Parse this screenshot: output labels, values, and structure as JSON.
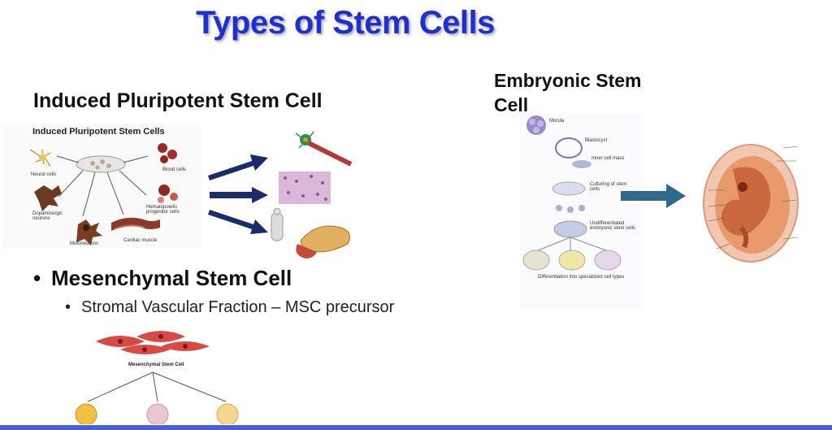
{
  "slide": {
    "title": "Types of Stem Cells",
    "ipsc_heading": "Induced Pluripotent Stem Cell",
    "esc_heading": "Embryonic Stem Cell",
    "msc_bullet": "Mesenchymal Stem Cell",
    "msc_bullet_symbol": "•",
    "msc_sub_bullet": "Stromal Vascular Fraction – MSC precursor",
    "msc_sub_bullet_symbol": "•"
  },
  "ipsc_figure": {
    "title": "Induced Pluripotent Stem Cells",
    "labels": {
      "neural": "Neural cells",
      "blood": "Blood cells",
      "dopaminergic": "Dopaminergic neurons",
      "hematopoietic": "Hematopoietic progenitor cells",
      "motoneurons": "Motoneurons",
      "cardiac": "Cardiac muscle"
    }
  },
  "esc_figure": {
    "labels": {
      "morula": "Morula",
      "blastocyst": "Blastocyst",
      "inner_mass": "Inner cell mass",
      "culturing": "Culturing of stem cells",
      "undifferentiated": "Undifferentiated embryonic stem cells",
      "differentiation": "Differentiation into specialized cell types"
    }
  },
  "msc_figure": {
    "label": "Mesenchymal Stem Cell"
  },
  "colors": {
    "title": "#1f2fd0",
    "arrow_dark": "#1c2b6b",
    "arrow_teal": "#2f6a8a",
    "bottom_bar": "#4a5ed8"
  }
}
